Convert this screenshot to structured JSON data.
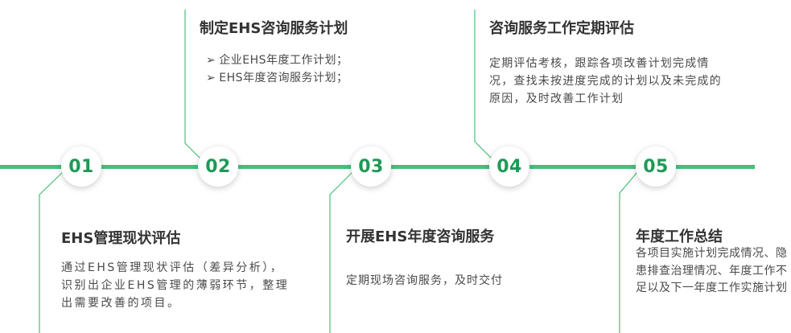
{
  "steps": [
    {
      "number": "01",
      "title": "EHS管理现状评估",
      "description": "通过EHS管理现状评估（差异分析），识别出企业EHS管理的薄弱环节，整理出需要改善的项目。"
    },
    {
      "number": "02",
      "title": "制定EHS咨询服务计划",
      "bullets": [
        "企业EHS年度工作计划；",
        "EHS年度咨询服务计划；"
      ]
    },
    {
      "number": "03",
      "title": "开展EHS年度咨询服务",
      "description": "定期现场咨询服务，及时交付"
    },
    {
      "number": "04",
      "title": "咨询服务工作定期评估",
      "description": "定期评估考核，跟踪各项改善计划完成情况，查找未按进度完成的计划以及未完成的原因，及时改善工作计划"
    },
    {
      "number": "05",
      "title": "年度工作总结",
      "description": "各项目实施计划完成情况、隐患排查治理情况、年度工作不足以及下一年度工作实施计划"
    }
  ],
  "colors": {
    "accent": "#46c07a",
    "number": "#1e9a55",
    "title": "#333333",
    "text": "#4a4a4a"
  },
  "icons": {
    "bullet": "arrowhead-bullet-icon"
  }
}
